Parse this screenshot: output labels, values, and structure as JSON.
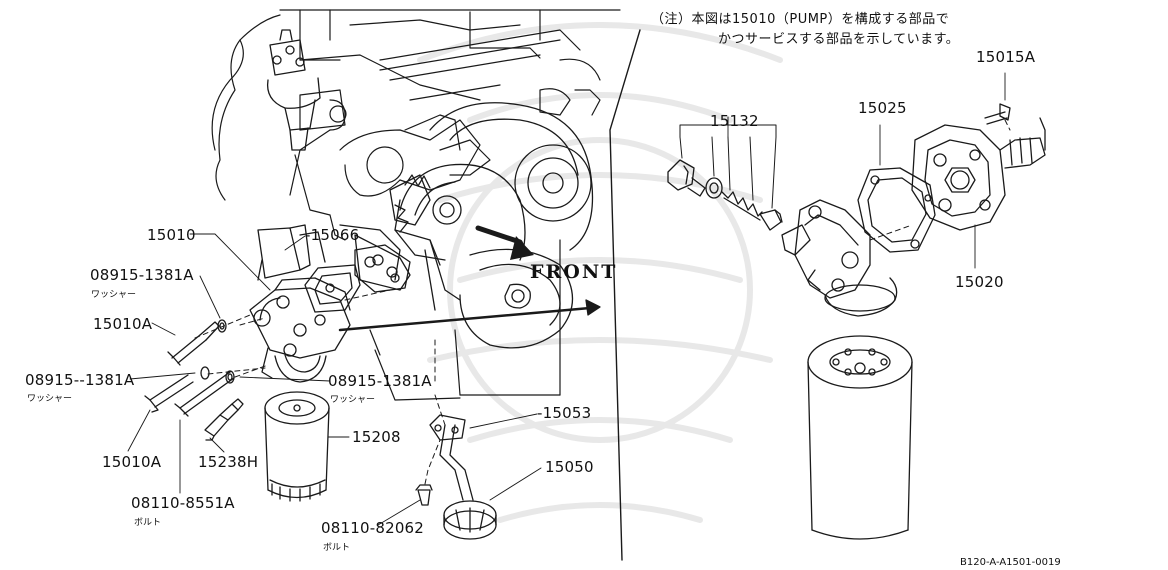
{
  "note": {
    "line1": "（注）本図は15010（PUMP）を構成する部品で",
    "line2": "かつサービスする部品を示しています。"
  },
  "front_label": "FRONT",
  "labels": {
    "p15010": "15010",
    "p15066": "-15066",
    "p08915_1381A_top": "08915-1381A",
    "washer_top": "ワッシャー",
    "p15010A_mid": "15010A",
    "p08915_1381A_left": "08915--1381A",
    "washer_left": "ワッシャー",
    "p08915_1381A_right": "08915-1381A",
    "washer_right": "ワッシャー",
    "p15010A_bottom": "15010A",
    "p15238H": "15238H",
    "p15208": "15208",
    "p08110_8551A": "08110-8551A",
    "bolt_left": "ボルト",
    "p15053": "-15053",
    "p15050": "15050",
    "p08110_82062": "08110-82062",
    "bolt_right": "ボルト",
    "p15015A": "15015A",
    "p15025": "15025",
    "p15132": "15132",
    "p15020": "15020"
  },
  "diagram_code": "B120-A-A1501-0019"
}
